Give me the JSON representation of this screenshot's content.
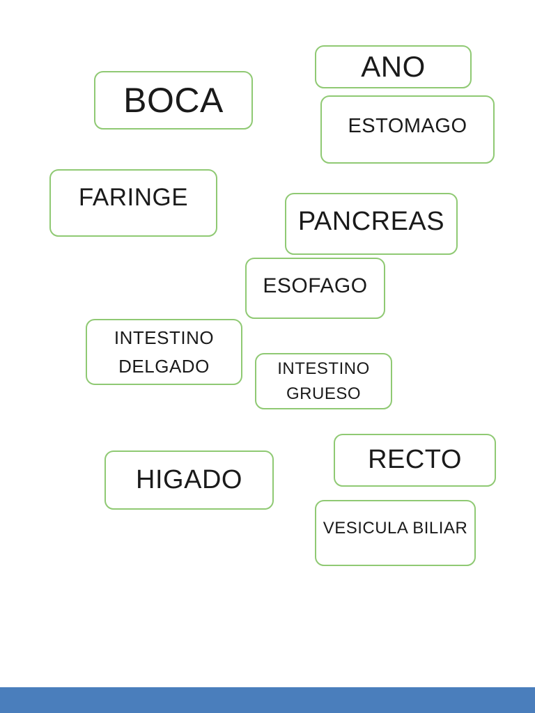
{
  "document": {
    "description": "Worksheet page with rounded green-outlined label boxes naming digestive system organs in Spanish"
  },
  "labels": {
    "boca": {
      "text": "BOCA"
    },
    "ano": {
      "text": "ANO"
    },
    "estomago": {
      "text": "ESTOMAGO"
    },
    "faringe": {
      "text": "FARINGE"
    },
    "pancreas": {
      "text": "PANCREAS"
    },
    "esofago": {
      "text": "ESOFAGO"
    },
    "intestino_delgado": {
      "text": "INTESTINO\nDELGADO"
    },
    "intestino_grueso": {
      "text": "INTESTINO\nGRUESO"
    },
    "recto": {
      "text": "RECTO"
    },
    "higado": {
      "text": "HIGADO"
    },
    "vesicula_biliar": {
      "text": "VESICULA BILIAR"
    }
  },
  "colors": {
    "box_border": "#8fc973",
    "text": "#1a1a1a",
    "page_background": "#ffffff",
    "bottom_bar": "#4a7ebc"
  }
}
